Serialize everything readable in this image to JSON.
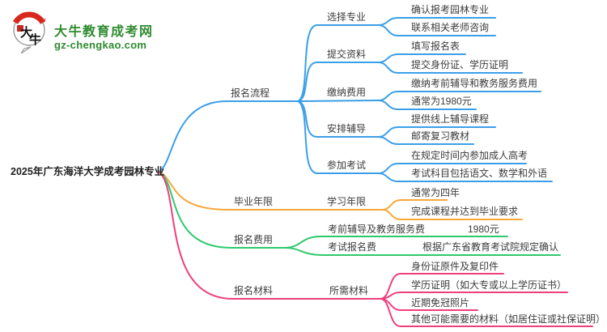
{
  "logo": {
    "title": "大牛教育成考网",
    "domain": "gz-chengkao.com",
    "mascot_text": "大牛"
  },
  "root": {
    "label": "2025年广东海洋大学成考园林专业"
  },
  "branches": [
    {
      "label": "报名流程",
      "color": "#3b9fe8",
      "children": [
        {
          "label": "选择专业",
          "leaves": [
            "确认报考园林专业",
            "联系相关老师咨询"
          ]
        },
        {
          "label": "提交资料",
          "leaves": [
            "填写报名表",
            "提交身份证、学历证明"
          ]
        },
        {
          "label": "缴纳费用",
          "leaves": [
            "缴纳考前辅导和教务服务费用",
            "通常为1980元"
          ]
        },
        {
          "label": "安排辅导",
          "leaves": [
            "提供线上辅导课程",
            "邮寄复习教材"
          ]
        },
        {
          "label": "参加考试",
          "leaves": [
            "在规定时间内参加成人高考",
            "考试科目包括语文、数学和外语"
          ]
        }
      ]
    },
    {
      "label": "毕业年限",
      "color": "#f7a839",
      "children": [
        {
          "label": "学习年限",
          "leaves": [
            "通常为四年",
            "完成课程并达到毕业要求"
          ]
        }
      ]
    },
    {
      "label": "报名费用",
      "color": "#2fc96d",
      "children": [
        {
          "label": "考前辅导及教务服务费",
          "value": "1980元"
        },
        {
          "label": "考试报名费",
          "value": "根据广东省教育考试院规定确认"
        }
      ]
    },
    {
      "label": "报名材料",
      "color": "#f03e7d",
      "children": [
        {
          "label": "所需材料",
          "leaves": [
            "身份证原件及复印件",
            "学历证明（如大专或以上学历证书）",
            "近期免冠照片",
            "其他可能需要的材料（如居住证或社保证明）"
          ]
        }
      ]
    }
  ],
  "palette": {
    "branch_blue": "#3b9fe8",
    "branch_orange": "#f7a839",
    "branch_green": "#2fc96d",
    "branch_pink": "#f03e7d",
    "logo_green": "#2e8b2f",
    "seal_red": "#d8281e",
    "text": "#3c3c3c"
  }
}
